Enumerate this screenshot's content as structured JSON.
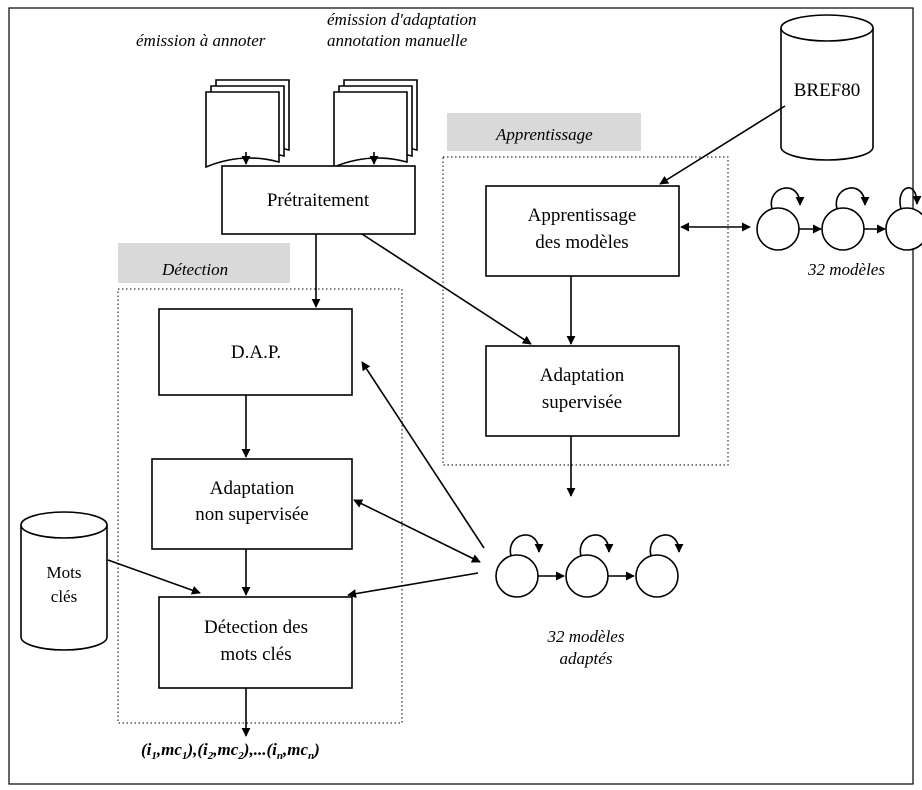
{
  "documents": {
    "annotate_label": "émission à annoter",
    "adaptation_label_line1": "émission d'adaptation",
    "adaptation_label_line2": "annotation manuelle"
  },
  "boxes": {
    "preprocessing": "Prétraitement",
    "dap": "D.A.P.",
    "unsupervised_line1": "Adaptation",
    "unsupervised_line2": "non supervisée",
    "detection_line1": "Détection des",
    "detection_line2": "mots clés",
    "training_line1": "Apprentissage",
    "training_line2": "des modèles",
    "supervised_line1": "Adaptation",
    "supervised_line2": "supervisée"
  },
  "groups": {
    "detection_title": "Détection",
    "training_title": "Apprentissage"
  },
  "databases": {
    "bref": "BREF80",
    "keywords_line1": "Mots",
    "keywords_line2": "clés"
  },
  "models": {
    "trained_label": "32 modèles",
    "adapted_label_line1": "32 modèles",
    "adapted_label_line2": "adaptés"
  },
  "output": {
    "pairs": [
      {
        "i": "i",
        "i_sub": "1",
        "mc": "mc",
        "mc_sub": "1"
      },
      {
        "i": "i",
        "i_sub": "2",
        "mc": "mc",
        "mc_sub": "2"
      },
      {
        "i": "i",
        "i_sub": "n",
        "mc": "mc",
        "mc_sub": "n"
      }
    ]
  }
}
